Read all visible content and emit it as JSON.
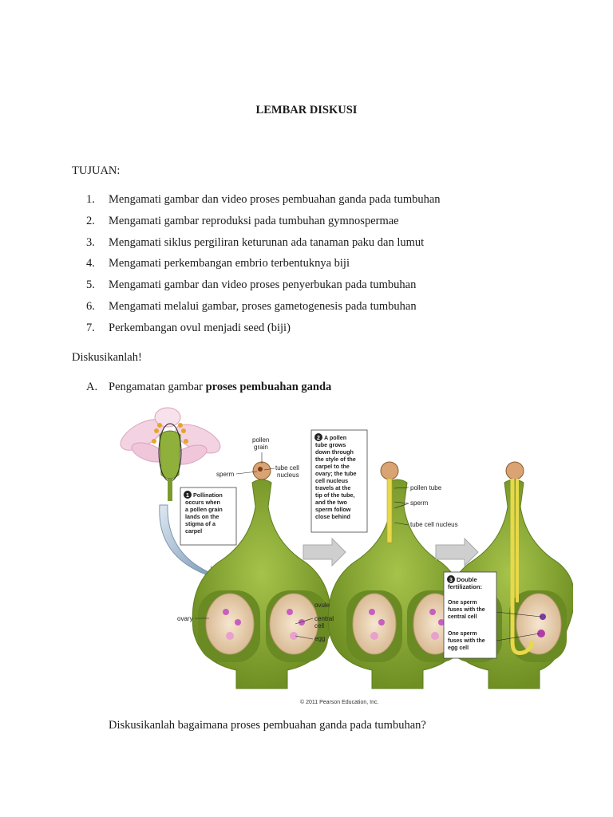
{
  "title": "LEMBAR DISKUSI",
  "tujuan_label": "TUJUAN:",
  "objectives": [
    {
      "num": "1.",
      "text": "Mengamati gambar dan video proses pembuahan ganda pada tumbuhan"
    },
    {
      "num": "2.",
      "text": "Mengamati gambar reproduksi pada tumbuhan gymnospermae"
    },
    {
      "num": "3.",
      "text": "Mengamati siklus pergiliran keturunan ada tanaman paku dan lumut"
    },
    {
      "num": "4.",
      "text": "Mengamati perkembangan embrio terbentuknya biji"
    },
    {
      "num": "5.",
      "text": "Mengamati gambar dan video proses penyerbukan pada tumbuhan"
    },
    {
      "num": "6.",
      "text": "Mengamati melalui gambar, proses gametogenesis pada tumbuhan"
    },
    {
      "num": "7.",
      "text": "Perkembangan ovul menjadi seed (biji)"
    }
  ],
  "discuss_label": "Diskusikanlah!",
  "section_a": {
    "letter": "A.",
    "prefix": "Pengamatan gambar ",
    "bold": "proses pembuahan ganda"
  },
  "figure": {
    "labels": {
      "pollen_grain_1": "pollen",
      "pollen_grain_2": "grain",
      "sperm": "sperm",
      "tube_cell_1": "tube cell",
      "tube_cell_2": "nucleus",
      "ovary": "ovary",
      "ovule": "ovule",
      "central_1": "central",
      "central_2": "cell",
      "egg": "egg",
      "pollen_tube": "pollen tube",
      "sperm2": "sperm",
      "tube_cell_nucleus": "tube cell nucleus"
    },
    "step1": {
      "num": "1",
      "lines": [
        "Pollination",
        "occurs when",
        "a pollen grain",
        "lands on the",
        "stigma of a",
        "carpel"
      ]
    },
    "step2": {
      "num": "2",
      "lines": [
        "A pollen",
        "tube grows",
        "down through",
        "the style of the",
        "carpel to the",
        "ovary; the tube",
        "cell nucleus",
        "travels at the",
        "tip of the tube,",
        "and the two",
        "sperm follow",
        "close behind"
      ]
    },
    "step3": {
      "num": "3",
      "title_lines": [
        "Double",
        "fertilization:"
      ],
      "lines": [
        "One sperm",
        "fuses with the",
        "central cell",
        "",
        "One sperm",
        "fuses with the",
        "egg cell"
      ]
    },
    "copyright": "© 2011 Pearson Education, Inc.",
    "colors": {
      "carpel": "#8fb03a",
      "carpel_dark": "#5e7d1e",
      "ovule": "#ead3b5",
      "tube": "#e8d84a",
      "arrow": "#c9c9c9"
    }
  },
  "question": "Diskusikanlah bagaimana proses pembuahan ganda pada tumbuhan?"
}
